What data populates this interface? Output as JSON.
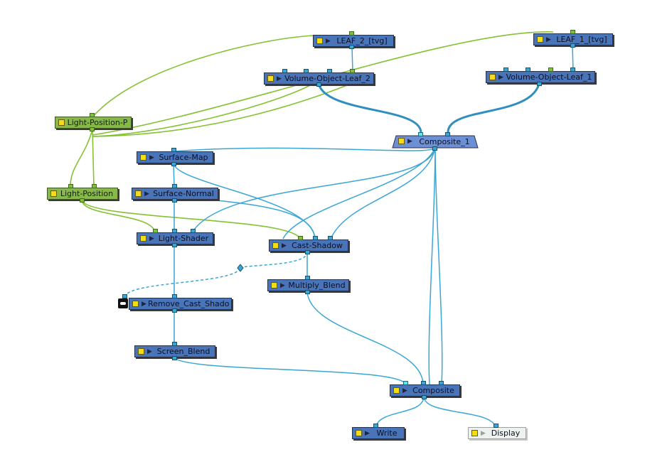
{
  "colors": {
    "wire_blue": "#3aa6d6",
    "wire_green": "#84c232",
    "node_blue": "#4a74b8",
    "node_green": "#86b84a",
    "node_display": "#eef2ee",
    "enable_square": "#f4dd12"
  },
  "nodes": {
    "leaf_2": "LEAF_2_[tvg]",
    "leaf_1": "LEAF_1_[tvg]",
    "volume_leaf_2": "Volume-Object-Leaf_2",
    "volume_leaf_1": "Volume-Object-Leaf_1",
    "light_position_p": "Light-Position-P",
    "composite_1": "Composite_1",
    "surface_map": "Surface-Map",
    "light_position": "Light-Position",
    "surface_normal": "Surface-Normal",
    "light_shader": "Light-Shader",
    "cast_shadow": "Cast-Shadow",
    "multiply_blend": "Multiply_Blend",
    "remove_cast_shadow": "Remove_Cast_Shadow",
    "screen_blend": "Screen_Blend",
    "composite": "Composite",
    "write": "Write",
    "display": "Display"
  },
  "icons": {
    "enable": "yellow-square",
    "play": "▶",
    "disabled_badge": "mask-icon"
  }
}
